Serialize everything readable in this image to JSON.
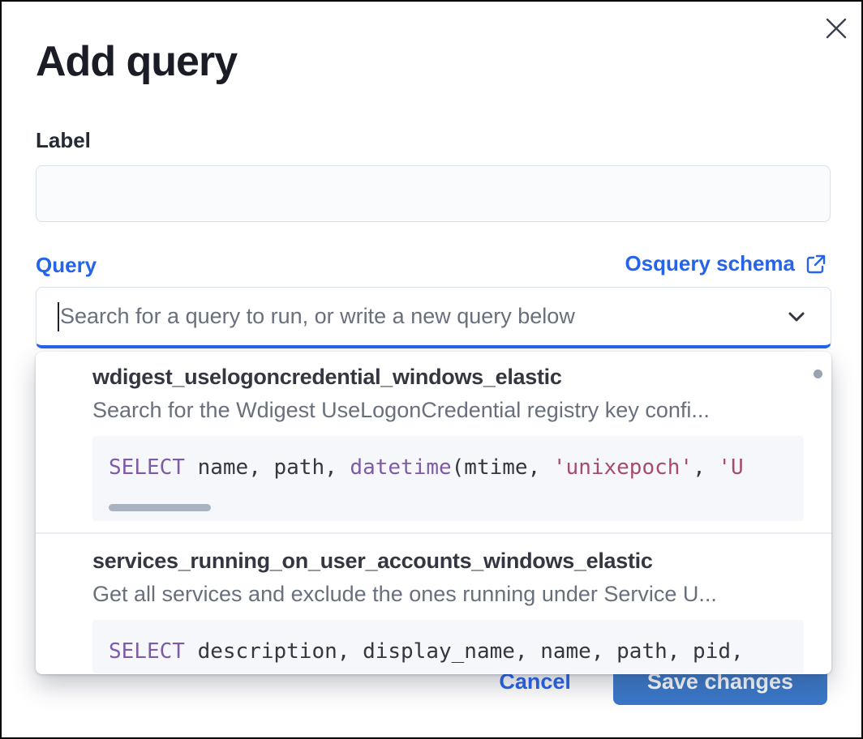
{
  "colors": {
    "accent_blue": "#2563eb",
    "save_button_blue": "#3a78c8",
    "code_keyword_purple": "#7d5ba6",
    "code_string_red": "#a74b6e",
    "code_background": "#f6f7fa"
  },
  "modal": {
    "title": "Add query"
  },
  "icons": {
    "close": "x-cross",
    "external_link": "box-with-arrow",
    "chevron_down": "chevron-down"
  },
  "label_field": {
    "label": "Label",
    "value": ""
  },
  "query_field": {
    "label": "Query",
    "schema_link": "Osquery schema",
    "placeholder": "Search for a query to run, or write a new query below"
  },
  "dropdown": {
    "options": [
      {
        "title": "wdigest_uselogoncredential_windows_elastic",
        "description": "Search for the Wdigest UseLogonCredential registry key confi...",
        "sql_tokens": [
          {
            "type": "keyword",
            "text": "SELECT"
          },
          {
            "type": "plain",
            "text": " name, path, "
          },
          {
            "type": "keyword",
            "text": "datetime"
          },
          {
            "type": "plain",
            "text": "(mtime, "
          },
          {
            "type": "string",
            "text": "'unixepoch'"
          },
          {
            "type": "plain",
            "text": ", "
          },
          {
            "type": "string",
            "text": "'U"
          }
        ],
        "has_horizontal_scrollbar": true
      },
      {
        "title": "services_running_on_user_accounts_windows_elastic",
        "description": "Get all services and exclude the ones running under Service U...",
        "sql_tokens": [
          {
            "type": "keyword",
            "text": "SELECT"
          },
          {
            "type": "plain",
            "text": " description, display_name, name, path, pid,"
          }
        ],
        "has_horizontal_scrollbar": false
      }
    ]
  },
  "footer": {
    "cancel_label": "Cancel",
    "save_label": "Save changes"
  }
}
